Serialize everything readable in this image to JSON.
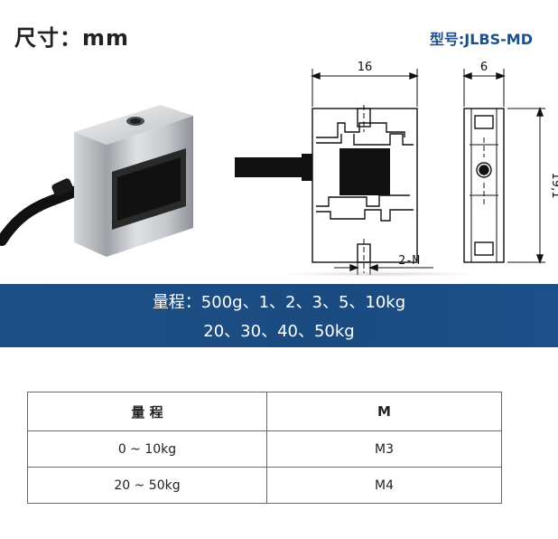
{
  "header": {
    "unit_title": "尺寸：mm",
    "model": "型号:JLBS-MD"
  },
  "drawing": {
    "width_dim": "16",
    "thickness_dim": "6",
    "height_dim": "19,1",
    "thread_label": "2-M"
  },
  "range": {
    "line1": "量程：500g、1、2、3、5、10kg",
    "line2": "20、30、40、50kg"
  },
  "table": {
    "headers": [
      "量 程",
      "M"
    ],
    "rows": [
      [
        "0 ~ 10kg",
        "M3"
      ],
      [
        "20 ~ 50kg",
        "M4"
      ]
    ]
  },
  "colors": {
    "banner": "#1d4f86",
    "model_text": "#1e4f86"
  }
}
